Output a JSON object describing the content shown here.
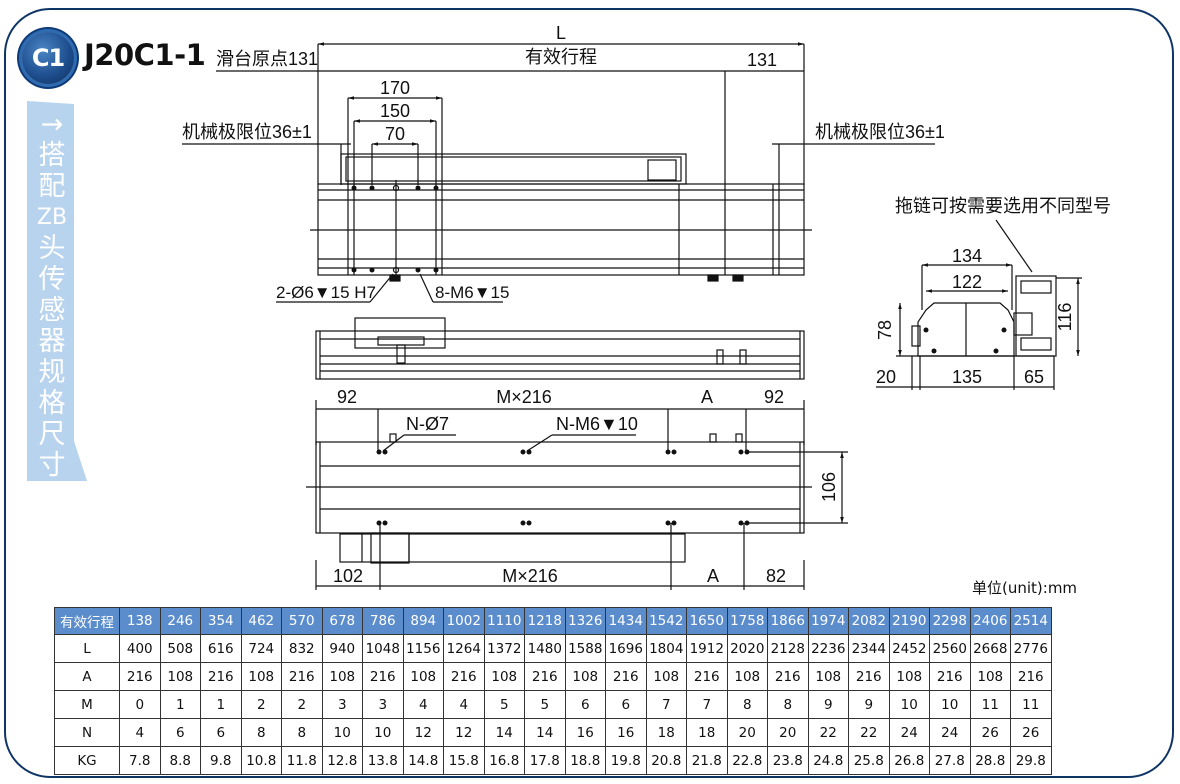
{
  "header": {
    "badge": "C1",
    "model": "J20C1-1"
  },
  "side_tab": {
    "chars": [
      "→",
      "搭",
      "配",
      "ZB",
      "头",
      "传",
      "感",
      "器",
      "规",
      "格",
      "尺",
      "寸"
    ],
    "color": "#b8d3ee"
  },
  "top_view": {
    "dim_L": "L",
    "slide_origin": "滑台原点131",
    "effective_stroke": "有效行程",
    "dim_131": "131",
    "dim_170": "170",
    "dim_150": "150",
    "dim_70": "70",
    "mech_limit_left": "机械极限位36±1",
    "mech_limit_right": "机械极限位36±1",
    "callout_pin": "2-Ø6▼15 H7",
    "callout_thread": "8-M6▼15"
  },
  "end_view": {
    "note": "拖链可按需要选用不同型号",
    "dim_134": "134",
    "dim_122": "122",
    "dim_78": "78",
    "dim_116": "116",
    "dim_20": "20",
    "dim_135": "135",
    "dim_65": "65"
  },
  "bottom_view": {
    "dim_92_left": "92",
    "dim_mx216_top": "M×216",
    "dim_A_top": "A",
    "dim_92_right": "92",
    "callout_hole": "N-Ø7",
    "callout_thread": "N-M6▼10",
    "dim_106": "106",
    "dim_102": "102",
    "dim_mx216_bottom": "M×216",
    "dim_A_bottom": "A",
    "dim_82": "82"
  },
  "unit_label": "单位(unit):mm",
  "spec_table": {
    "header_color": "#5b8ccb",
    "header_label": "有效行程",
    "strokes": [
      "138",
      "246",
      "354",
      "462",
      "570",
      "678",
      "786",
      "894",
      "1002",
      "1110",
      "1218",
      "1326",
      "1434",
      "1542",
      "1650",
      "1758",
      "1866",
      "1974",
      "2082",
      "2190",
      "2298",
      "2406",
      "2514"
    ],
    "rows": [
      {
        "label": "L",
        "values": [
          "400",
          "508",
          "616",
          "724",
          "832",
          "940",
          "1048",
          "1156",
          "1264",
          "1372",
          "1480",
          "1588",
          "1696",
          "1804",
          "1912",
          "2020",
          "2128",
          "2236",
          "2344",
          "2452",
          "2560",
          "2668",
          "2776"
        ]
      },
      {
        "label": "A",
        "values": [
          "216",
          "108",
          "216",
          "108",
          "216",
          "108",
          "216",
          "108",
          "216",
          "108",
          "216",
          "108",
          "216",
          "108",
          "216",
          "108",
          "216",
          "108",
          "216",
          "108",
          "216",
          "108",
          "216"
        ]
      },
      {
        "label": "M",
        "values": [
          "0",
          "1",
          "1",
          "2",
          "2",
          "3",
          "3",
          "4",
          "4",
          "5",
          "5",
          "6",
          "6",
          "7",
          "7",
          "8",
          "8",
          "9",
          "9",
          "10",
          "10",
          "11",
          "11"
        ]
      },
      {
        "label": "N",
        "values": [
          "4",
          "6",
          "6",
          "8",
          "8",
          "10",
          "10",
          "12",
          "12",
          "14",
          "14",
          "16",
          "16",
          "18",
          "18",
          "20",
          "20",
          "22",
          "22",
          "24",
          "24",
          "26",
          "26"
        ]
      },
      {
        "label": "KG",
        "values": [
          "7.8",
          "8.8",
          "9.8",
          "10.8",
          "11.8",
          "12.8",
          "13.8",
          "14.8",
          "15.8",
          "16.8",
          "17.8",
          "18.8",
          "19.8",
          "20.8",
          "21.8",
          "22.8",
          "23.8",
          "24.8",
          "25.8",
          "26.8",
          "27.8",
          "28.8",
          "29.8"
        ]
      }
    ]
  }
}
